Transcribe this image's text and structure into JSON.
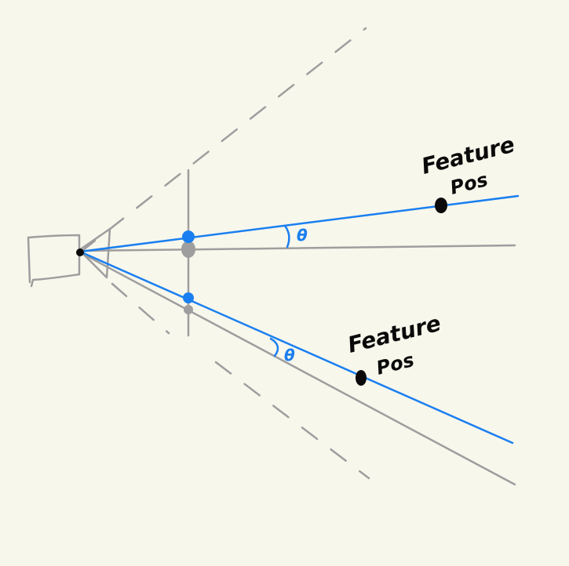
{
  "colors": {
    "background": "#f8f7ec",
    "gray": "#9e9e9e",
    "blue": "#1a7ff0",
    "black": "#0a0a0a"
  },
  "labels": {
    "feature_top_line1": "Feature",
    "feature_top_line2": "Pos",
    "feature_bottom_line1": "Feature",
    "feature_bottom_line2": "Pos",
    "angle_top": "θ",
    "angle_bottom": "θ"
  }
}
